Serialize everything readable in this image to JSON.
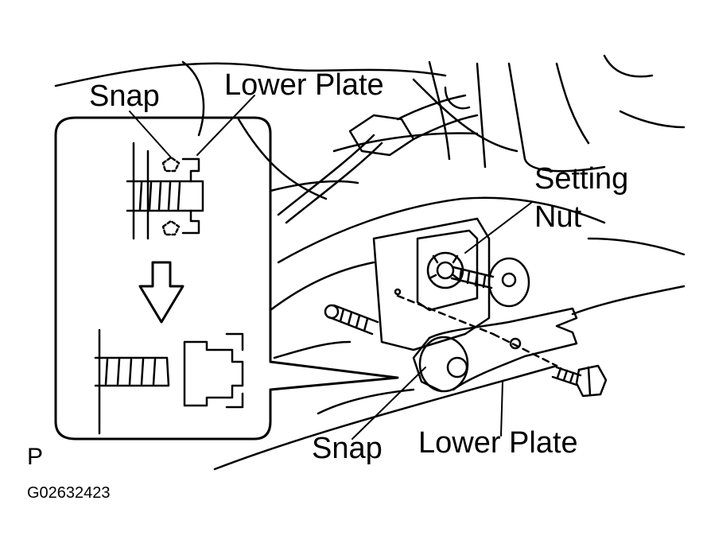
{
  "labels": {
    "snap_top": "Snap",
    "lower_plate_top": "Lower Plate",
    "setting_nut_line1": "Setting",
    "setting_nut_line2": "Nut",
    "snap_bottom": "Snap",
    "lower_plate_bottom": "Lower Plate",
    "view_letter": "P",
    "figure_id": "G02632423"
  },
  "colors": {
    "ink": "#000000",
    "paper": "#ffffff"
  },
  "icons": {
    "arrow": "down-arrow-icon"
  }
}
